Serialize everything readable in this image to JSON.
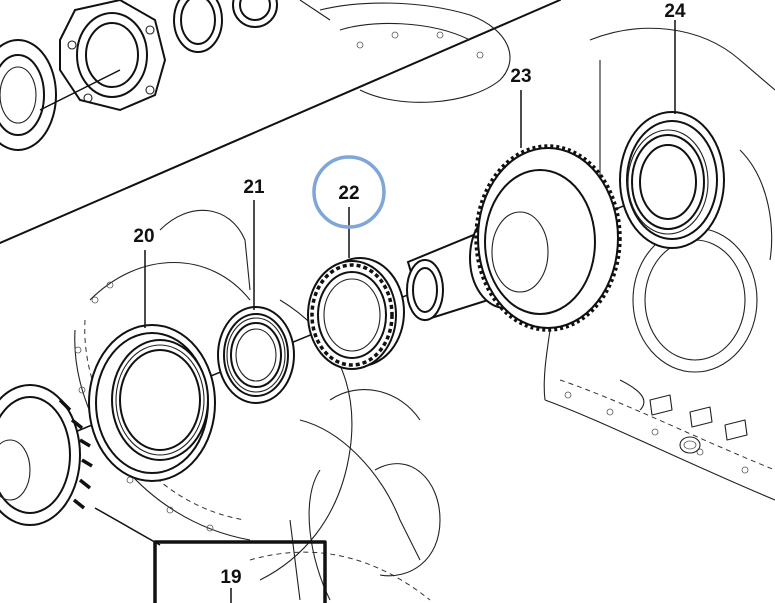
{
  "callouts": [
    {
      "id": "19",
      "label": "19"
    },
    {
      "id": "20",
      "label": "20"
    },
    {
      "id": "21",
      "label": "21"
    },
    {
      "id": "22",
      "label": "22"
    },
    {
      "id": "23",
      "label": "23"
    },
    {
      "id": "24",
      "label": "24"
    }
  ],
  "highlight": {
    "target": "22",
    "ring_color": "#7ea6d6"
  },
  "colors": {
    "ink": "#111111",
    "paper": "#ffffff"
  }
}
